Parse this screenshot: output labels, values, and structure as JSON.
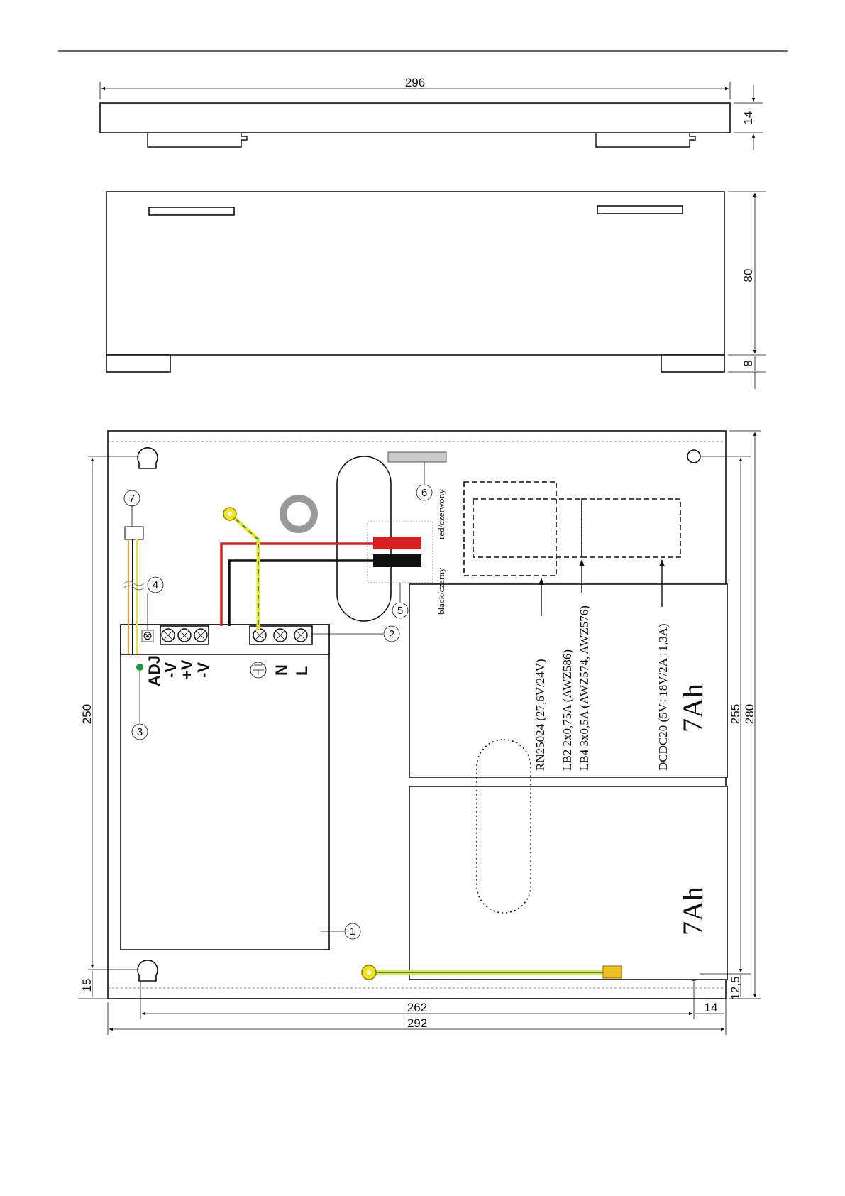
{
  "side_view": {
    "width_label": "296",
    "height_label": "14"
  },
  "front_view": {
    "height_label": "80",
    "foot_label": "8"
  },
  "interior_view": {
    "left_height_label": "250",
    "left_offset_label": "15",
    "bottom_inner_label": "262",
    "bottom_right_label": "14",
    "bottom_total_label": "292",
    "right_inner_label": "255",
    "right_total_label": "280",
    "right_offset_label": "12,5",
    "terminals_left": [
      "ADJ",
      "-V",
      "+V",
      "-V"
    ],
    "terminals_right": [
      "N",
      "L"
    ],
    "callouts": [
      "1",
      "2",
      "3",
      "4",
      "5",
      "6",
      "7"
    ],
    "wire_black_label": "black/czarny",
    "wire_red_label": "red/czerwony",
    "battery_label_1": "7Ah",
    "battery_label_2": "7Ah",
    "module_lines": [
      "RN25024 (27,6V/24V)",
      "LB2 2x0,75A (AWZ586)",
      "LB4 3x0,5A (AWZ574, AWZ576)",
      "DCDC20 (5V÷18V/2A÷1,3A)"
    ]
  },
  "colors": {
    "red_wire": "#d42020",
    "black_wire": "#111111",
    "yellow_wire": "#f2e51c",
    "green_wire": "#2e8b57",
    "led": "#139a3a",
    "connector": "#f0c020"
  }
}
